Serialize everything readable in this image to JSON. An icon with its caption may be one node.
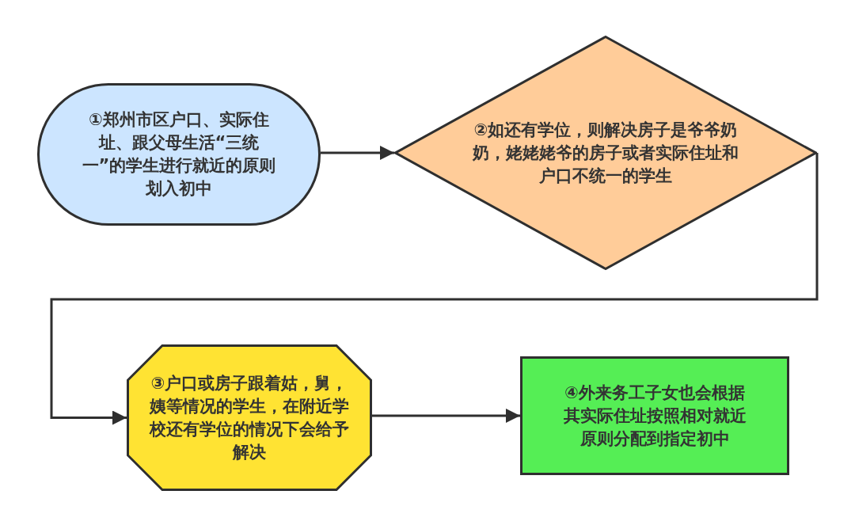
{
  "diagram": {
    "nodes": [
      {
        "text": [
          "①郑州市区户口、实际住址、跟父母生活“三统一”的学生进行就近的原则划入初中"
        ]
      },
      {
        "text": [
          "②如还有学位，则解决房子是爷爷奶奶，姥姥姥爷的房子或者实际住址和户口不统一的学生"
        ]
      },
      {
        "text": [
          "③户口或房子跟着姑，舅，姨等情况的学生，在附近学校还有学位的情况下会给予解决"
        ]
      },
      {
        "text": [
          "④外来务工子女也会根据其实际住址按照相对就近原则分配到指定初中"
        ]
      }
    ],
    "edges": [
      {
        "from": 0,
        "to": 1,
        "arrow": "to"
      },
      {
        "from": 1,
        "to": 2,
        "arrow": "to"
      },
      {
        "from": 2,
        "to": 3,
        "arrow": "to"
      }
    ]
  }
}
